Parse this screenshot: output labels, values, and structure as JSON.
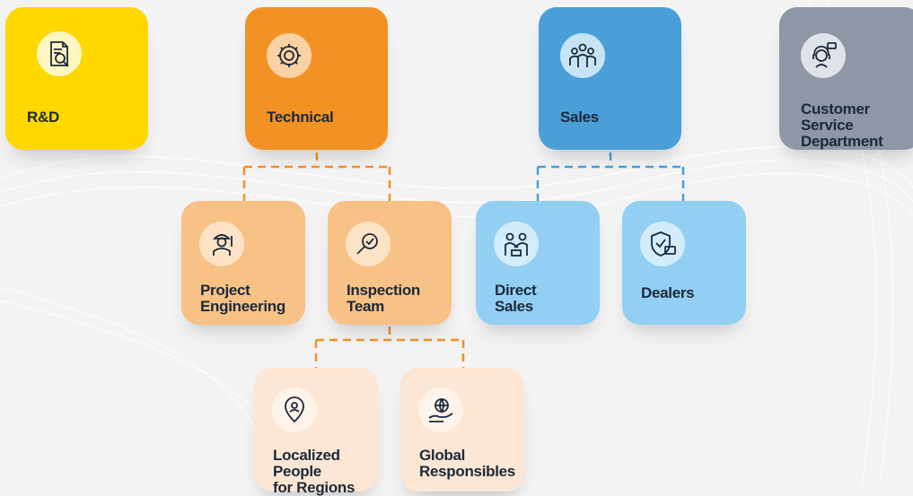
{
  "colors": {
    "rnd": "#ffd800",
    "technical": "#f39224",
    "technical_child": "#f8c185",
    "technical_grandchild": "#fde6d3",
    "sales": "#4a9fd8",
    "sales_child": "#93cff2",
    "customer_service": "#8f96a6",
    "text_dark": "#1b2a3a",
    "text_white": "#ffffff"
  },
  "departments": {
    "rnd": {
      "label_lines": [
        "R&D"
      ],
      "icon": "document-search-icon"
    },
    "technical": {
      "label_lines": [
        "Technical"
      ],
      "icon": "gear-icon"
    },
    "sales": {
      "label_lines": [
        "Sales"
      ],
      "icon": "team-icon"
    },
    "customer_service": {
      "label_lines": [
        "Customer Service",
        "Department"
      ],
      "icon": "support-agent-icon"
    }
  },
  "technical_units": {
    "project_engineering": {
      "label_lines": [
        "Project",
        "Engineering"
      ],
      "icon": "engineer-icon"
    },
    "inspection_team": {
      "label_lines": [
        "Inspection",
        "Team"
      ],
      "icon": "magnifier-check-icon"
    }
  },
  "inspection_units": {
    "localized_people": {
      "label_lines": [
        "Localized People",
        "for Regions"
      ],
      "icon": "location-pin-icon"
    },
    "global_responsibles": {
      "label_lines": [
        "Global",
        "Responsibles"
      ],
      "icon": "globe-hand-icon"
    }
  },
  "sales_units": {
    "direct_sales": {
      "label_lines": [
        "Direct",
        "Sales"
      ],
      "icon": "handshake-icon"
    },
    "dealers": {
      "label_lines": [
        "Dealers"
      ],
      "icon": "shield-check-icon"
    }
  }
}
